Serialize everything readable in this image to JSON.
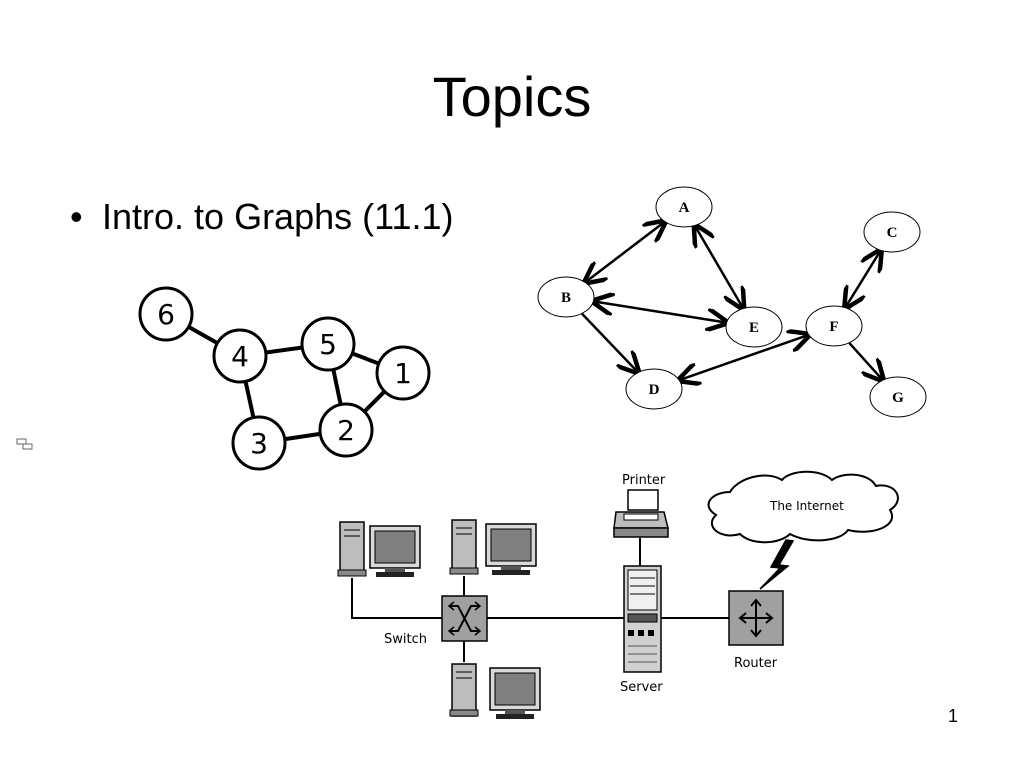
{
  "slide": {
    "title": "Topics",
    "bullet_symbol": "•",
    "bullet_text": "Intro. to Graphs (11.1)",
    "page_number": "1"
  },
  "undirected_graph": {
    "nodes": [
      {
        "id": "6",
        "label": "6"
      },
      {
        "id": "4",
        "label": "4"
      },
      {
        "id": "5",
        "label": "5"
      },
      {
        "id": "1",
        "label": "1"
      },
      {
        "id": "3",
        "label": "3"
      },
      {
        "id": "2",
        "label": "2"
      }
    ],
    "edges": [
      [
        "6",
        "4"
      ],
      [
        "4",
        "5"
      ],
      [
        "5",
        "1"
      ],
      [
        "5",
        "2"
      ],
      [
        "1",
        "2"
      ],
      [
        "4",
        "3"
      ],
      [
        "3",
        "2"
      ]
    ]
  },
  "directed_graph": {
    "nodes": [
      {
        "id": "A",
        "label": "A"
      },
      {
        "id": "B",
        "label": "B"
      },
      {
        "id": "C",
        "label": "C"
      },
      {
        "id": "D",
        "label": "D"
      },
      {
        "id": "E",
        "label": "E"
      },
      {
        "id": "F",
        "label": "F"
      },
      {
        "id": "G",
        "label": "G"
      }
    ],
    "edges": [
      {
        "from": "A",
        "to": "B",
        "arrows": "both"
      },
      {
        "from": "A",
        "to": "E",
        "arrows": "both"
      },
      {
        "from": "B",
        "to": "E",
        "arrows": "both"
      },
      {
        "from": "B",
        "to": "D",
        "arrows": "end"
      },
      {
        "from": "D",
        "to": "F",
        "arrows": "both"
      },
      {
        "from": "F",
        "to": "C",
        "arrows": "both"
      },
      {
        "from": "F",
        "to": "G",
        "arrows": "end"
      }
    ]
  },
  "network_diagram": {
    "printer_label": "Printer",
    "internet_label": "The Internet",
    "switch_label": "Switch",
    "server_label": "Server",
    "router_label": "Router"
  },
  "colors": {
    "node_fill": "#ffffff",
    "stroke": "#000000",
    "device_gray": "#a0a0a0",
    "screen_gray": "#808080"
  }
}
